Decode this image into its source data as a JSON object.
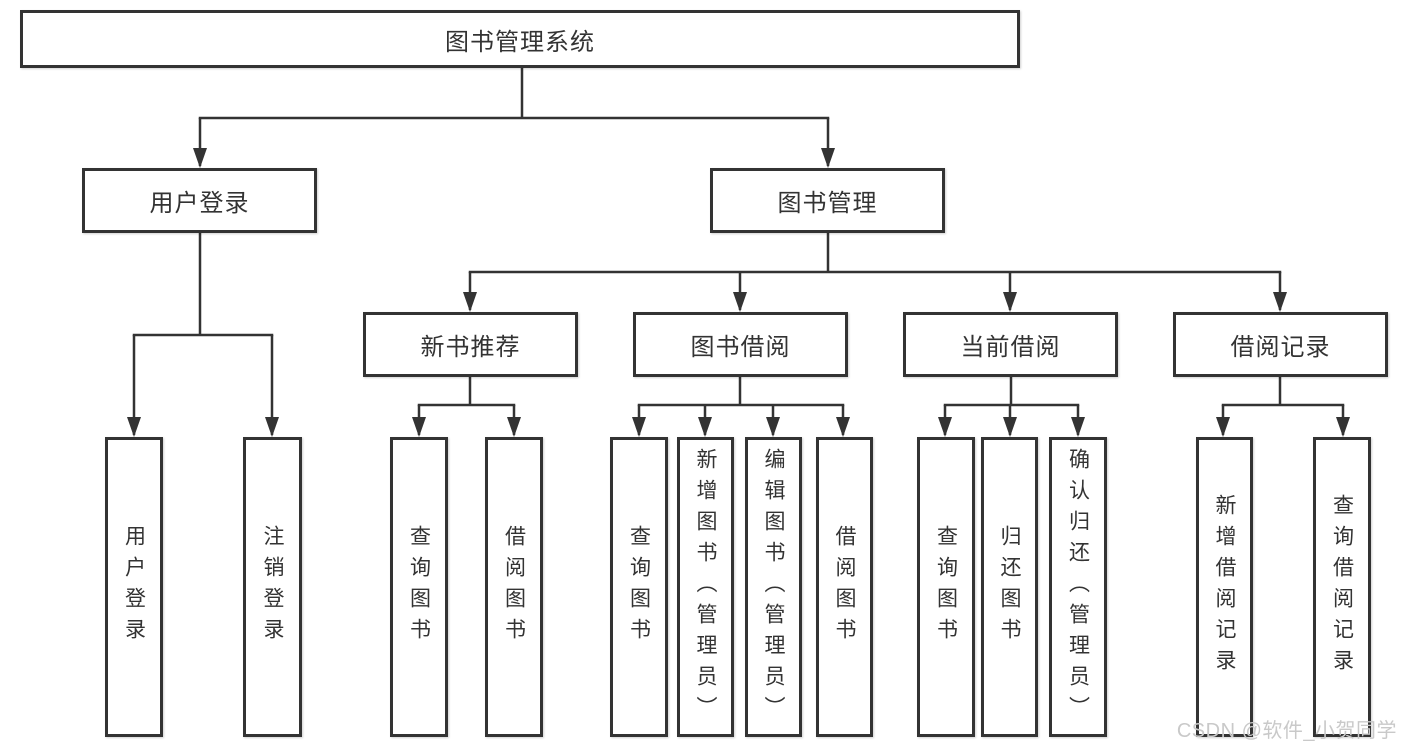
{
  "colors": {
    "line": "#333333",
    "text": "#333333",
    "box_background": "#ffffff",
    "page_background": "#ffffff",
    "watermark_text": "#c9c9c9"
  },
  "watermark": {
    "text": "CSDN @软件_小贺同学"
  },
  "tree": {
    "root": {
      "label": "图书管理系统",
      "children": [
        {
          "label": "用户登录",
          "children": [
            {
              "label": "用户登录"
            },
            {
              "label": "注销登录"
            }
          ]
        },
        {
          "label": "图书管理",
          "children": [
            {
              "label": "新书推荐",
              "children": [
                {
                  "label": "查询图书"
                },
                {
                  "label": "借阅图书"
                }
              ]
            },
            {
              "label": "图书借阅",
              "children": [
                {
                  "label": "查询图书"
                },
                {
                  "label": "新增图书（管理员）"
                },
                {
                  "label": "编辑图书（管理员）"
                },
                {
                  "label": "借阅图书"
                }
              ]
            },
            {
              "label": "当前借阅",
              "children": [
                {
                  "label": "查询图书"
                },
                {
                  "label": "归还图书"
                },
                {
                  "label": "确认归还（管理员）"
                }
              ]
            },
            {
              "label": "借阅记录",
              "children": [
                {
                  "label": "新增借阅记录"
                },
                {
                  "label": "查询借阅记录"
                }
              ]
            }
          ]
        }
      ]
    }
  }
}
